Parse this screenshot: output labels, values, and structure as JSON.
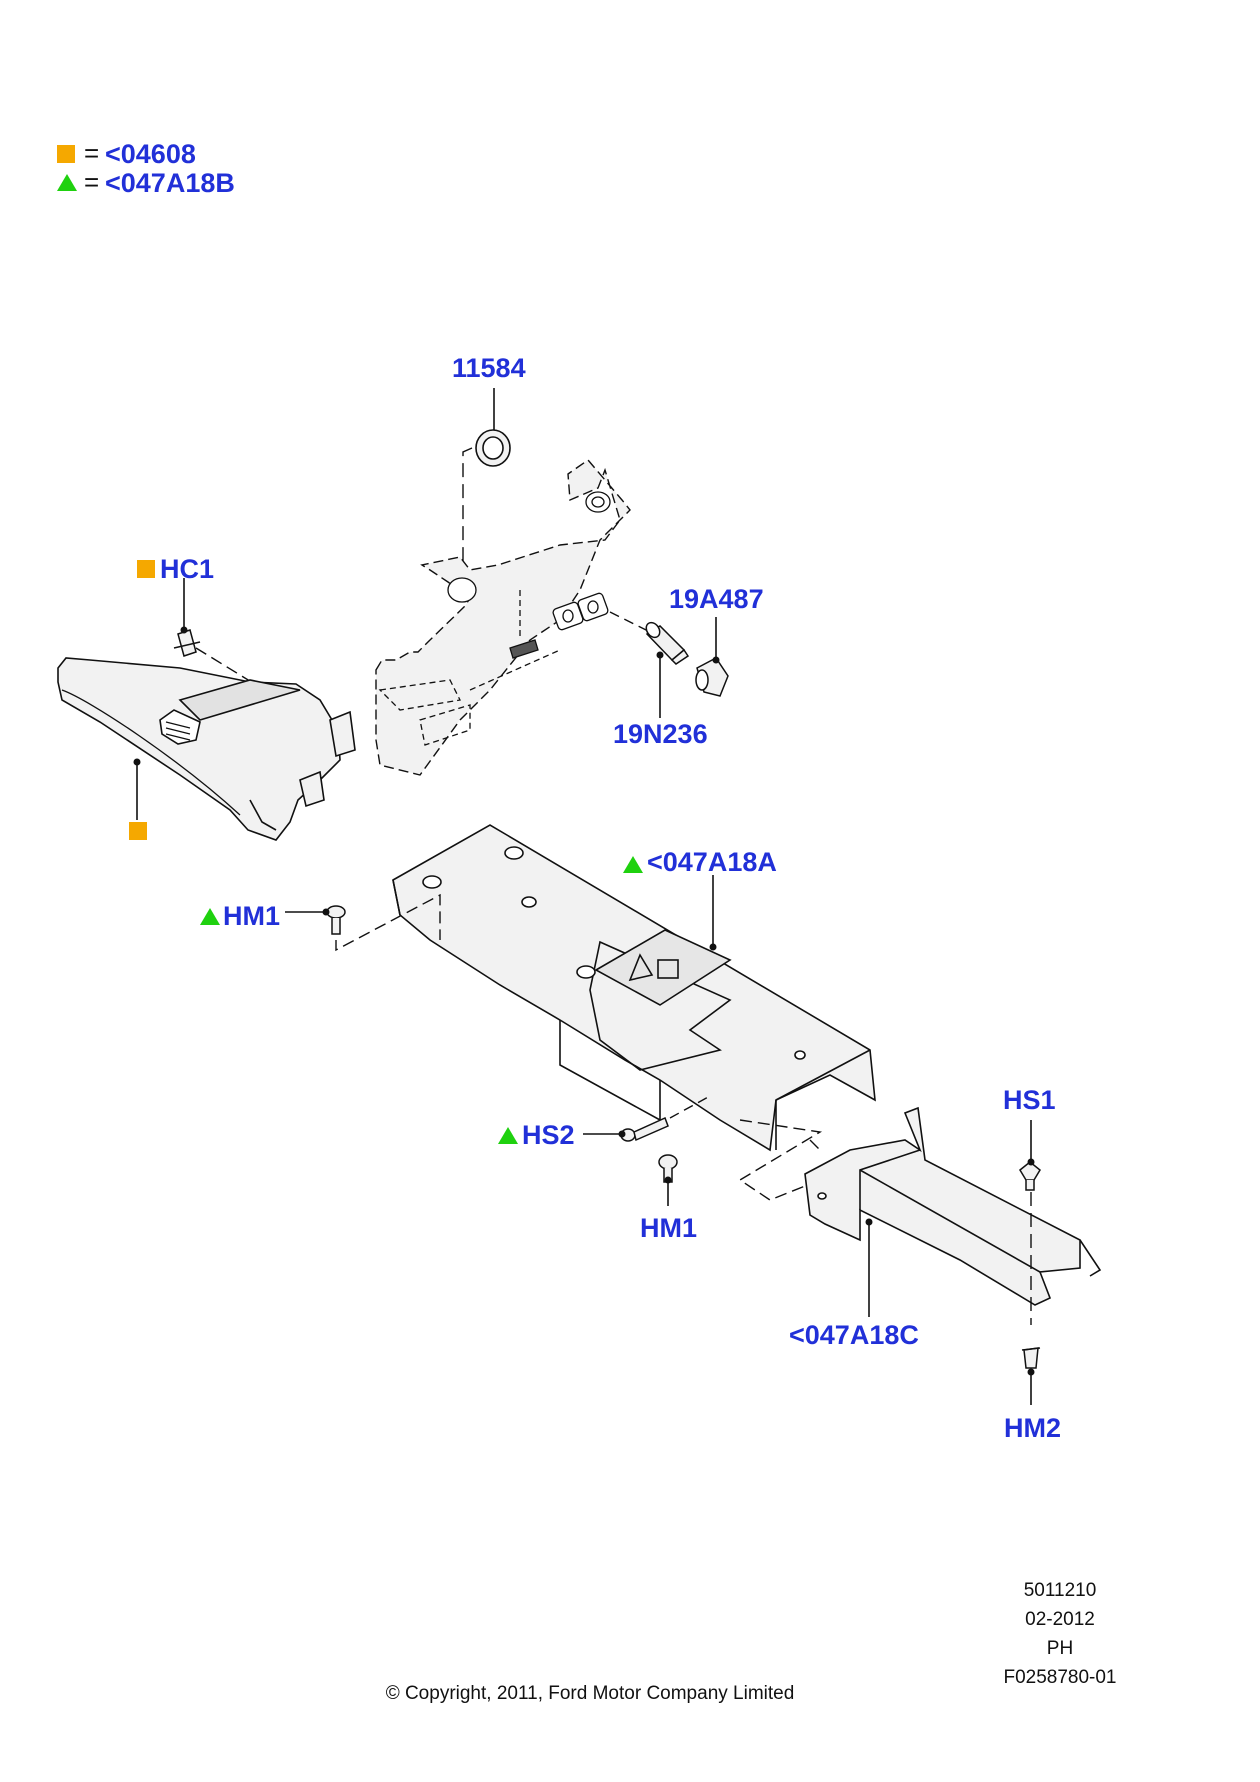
{
  "colors": {
    "label": "#2130d8",
    "square_marker": "#f5a800",
    "triangle_marker": "#1fd10f",
    "line": "#111111",
    "part_fill": "#f2f2f2"
  },
  "legend": [
    {
      "marker": "square",
      "equals": "=",
      "code": "<04608"
    },
    {
      "marker": "triangle",
      "equals": "=",
      "code": "<047A18B"
    }
  ],
  "callouts": {
    "c11584": "11584",
    "hc1": "HC1",
    "c19a487": "19A487",
    "c19n236": "19N236",
    "c047a18a": "<047A18A",
    "hm1_left": "HM1",
    "hs2": "HS2",
    "hm1_bottom": "HM1",
    "hs1": "HS1",
    "c047a18c": "<047A18C",
    "hm2": "HM2"
  },
  "meta": {
    "number": "5011210",
    "date": "02-2012",
    "code": "PH",
    "figure": "F0258780-01",
    "copyright": "© Copyright, 2011, Ford Motor Company Limited"
  }
}
